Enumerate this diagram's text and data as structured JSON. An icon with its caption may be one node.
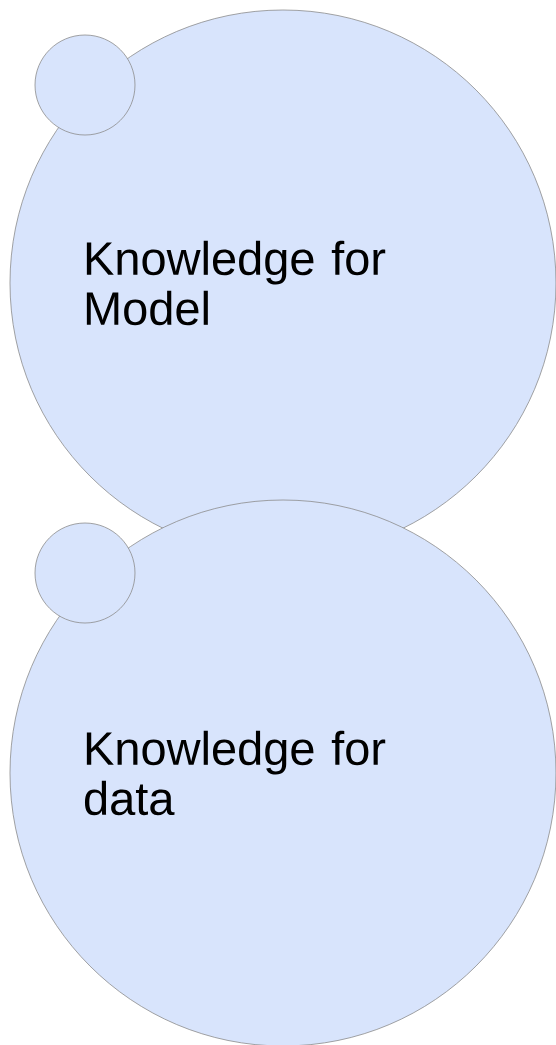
{
  "diagram": {
    "nodes": [
      {
        "text": [
          "Knowledge for Model"
        ]
      },
      {
        "text": [],
        "shape": "circle"
      },
      {
        "text": [
          "Knowledge for data"
        ]
      },
      {
        "text": [],
        "shape": "circle"
      }
    ]
  }
}
